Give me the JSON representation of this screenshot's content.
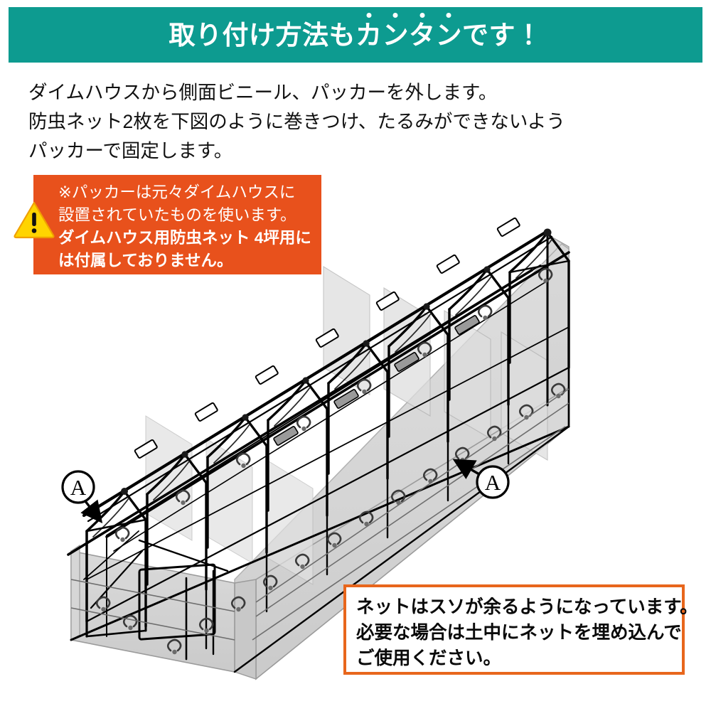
{
  "header": {
    "title_pre": "取り付け方法も",
    "title_emph": "カンタン",
    "title_post": "です！",
    "bar_color": "#0d9b90"
  },
  "intro": {
    "line1": "ダイムハウスから側面ビニール、パッカーを外します。",
    "line2": "防虫ネット2枚を下図のように巻きつけ、たるみができないよう",
    "line3": "パッカーで固定します。"
  },
  "warning": {
    "icon": "warning-triangle-icon",
    "box_color": "#e8511c",
    "line1": "※パッカーは元々ダイムハウスに",
    "line2": "設置されていたものを使います。",
    "line3": "ダイムハウス用防虫ネット 4坪用に",
    "line4": "は付属しておりません。"
  },
  "callout": {
    "border_color": "#e8661c",
    "line1": "ネットはスソが余るようになっています。",
    "line2": "必要な場合は土中にネットを埋め込んで",
    "line3": "ご使用ください。"
  },
  "diagram": {
    "description": "ダイムハウス骨組みに防虫ネットを巻きつけた組立図",
    "marker_left": "A",
    "marker_right": "A",
    "net_color": "#c9c9c9",
    "frame_color": "#000000"
  }
}
